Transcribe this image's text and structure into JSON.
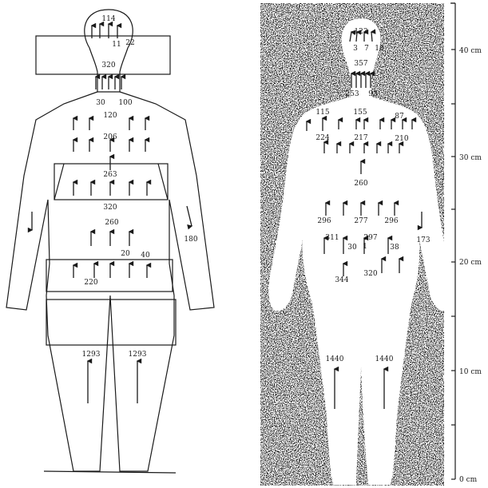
{
  "left_diagram": {
    "labels": {
      "head_top": "114",
      "head_right_a": "11",
      "head_right_b": "22",
      "neck_band": "320",
      "neck_left": "30",
      "neck_right": "100",
      "chest_upper": "120",
      "chest_mid": "206",
      "chest_band_top": "263",
      "chest_band_bottom": "320",
      "abdomen": "260",
      "right_arm": "180",
      "lower_abd_a": "20",
      "lower_abd_b": "40",
      "pelvis": "220",
      "left_leg": "1293",
      "right_leg": "1293"
    }
  },
  "right_diagram": {
    "labels": {
      "head": "123",
      "head_small_a": "3",
      "head_small_b": "7",
      "head_small_c": "18",
      "neck": "357",
      "neck_left": "253",
      "neck_right": "93",
      "shoulder_left": "115",
      "shoulder_mid": "155",
      "shoulder_right": "87",
      "chest_left": "224",
      "chest_mid": "217",
      "chest_right": "210",
      "abdomen": "260",
      "lower_left": "296",
      "lower_mid": "277",
      "lower_right": "296",
      "right_arm": "173",
      "small_a": "311",
      "small_b": "30",
      "small_c": "297",
      "small_d": "1",
      "small_e": "38",
      "groin_left": "344",
      "groin_right": "320",
      "left_leg": "1440",
      "right_leg": "1440"
    }
  },
  "scale": {
    "ticks": [
      "40 cm",
      "30 cm",
      "20 cm",
      "10 cm",
      "0 cm"
    ]
  }
}
